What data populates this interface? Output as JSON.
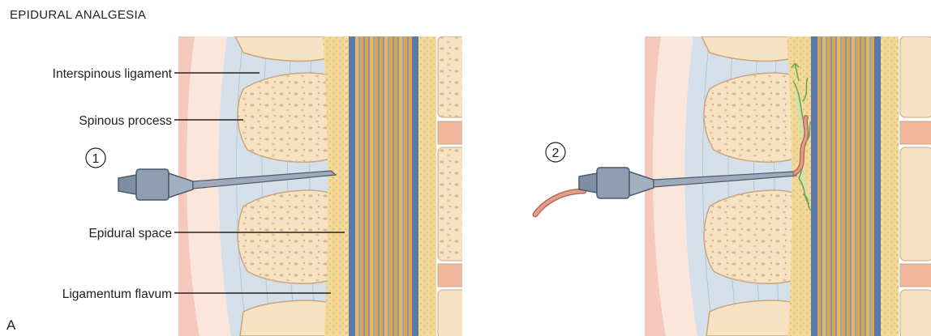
{
  "title": "EPIDURAL ANALGESIA",
  "panel_letter": "A",
  "labels": {
    "interspinous_ligament": "Interspinous ligament",
    "spinous_process": "Spinous process",
    "epidural_space": "Epidural space",
    "ligamentum_flavum": "Ligamentum flavum"
  },
  "steps": {
    "step1": "1",
    "step2": "2"
  },
  "colors": {
    "skin": "#f6c9bf",
    "subcutaneous": "#fbe6dc",
    "ligament": "#d5e0ea",
    "bone": "#f7e2c4",
    "bone_pore": "#ddb98e",
    "epidural": "#f2d99c",
    "dura_blue": "#5a79a8",
    "cord_orange": "#d9a95a",
    "cord_gray": "#9aa3b0",
    "needle": "#7f8fa3",
    "catheter": "#d78f78",
    "spread_green": "#7fbf72"
  }
}
